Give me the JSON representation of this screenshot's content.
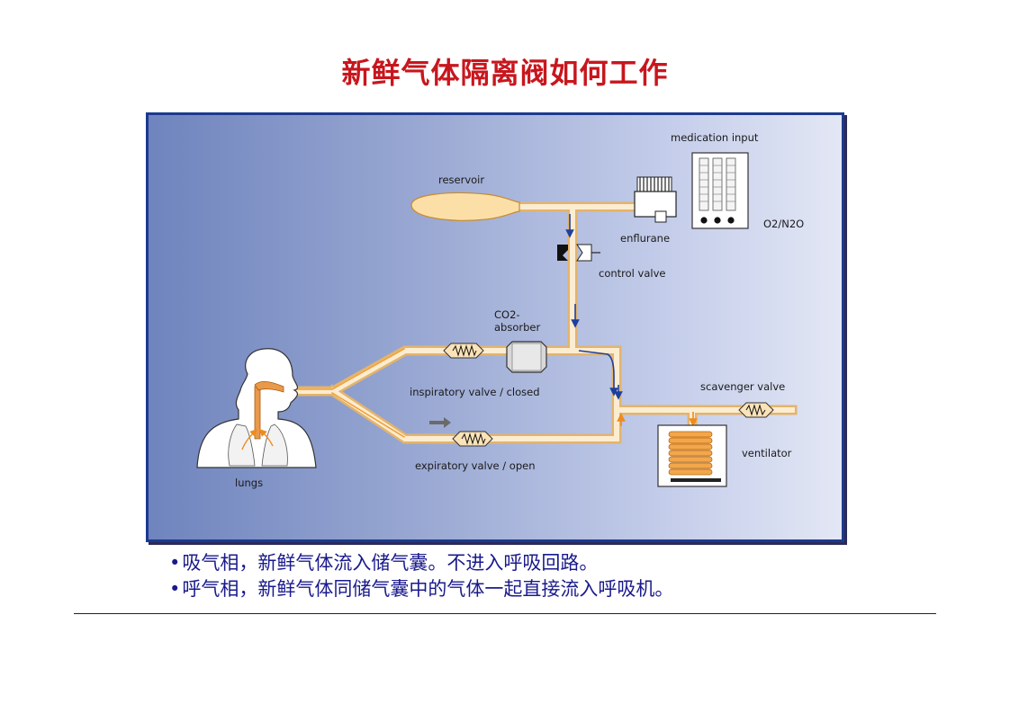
{
  "title": "新鲜气体隔离阀如何工作",
  "diagram": {
    "labels": {
      "medication_input": "medication input",
      "reservoir": "reservoir",
      "enflurane": "enflurane",
      "o2_n2o": "O2/N2O",
      "control_valve": "control valve",
      "co2": "CO2-",
      "absorber": "absorber",
      "inspiratory_valve": "inspiratory valve / closed",
      "expiratory_valve": "expiratory valve / open",
      "scavenger_valve": "scavenger valve",
      "ventilator": "ventilator",
      "lungs": "lungs"
    }
  },
  "bullets": [
    "吸气相，新鲜气体流入储气囊。不进入呼吸回路。",
    "呼气相，新鲜气体同储气囊中的气体一起直接流入呼吸机。"
  ],
  "colors": {
    "title": "#c8161d",
    "bullet_text": "#1a1a8c",
    "frame_border": "#1b3a8f",
    "pipe_fill": "#fbe3b8",
    "pipe_stroke": "#e8a33b"
  }
}
